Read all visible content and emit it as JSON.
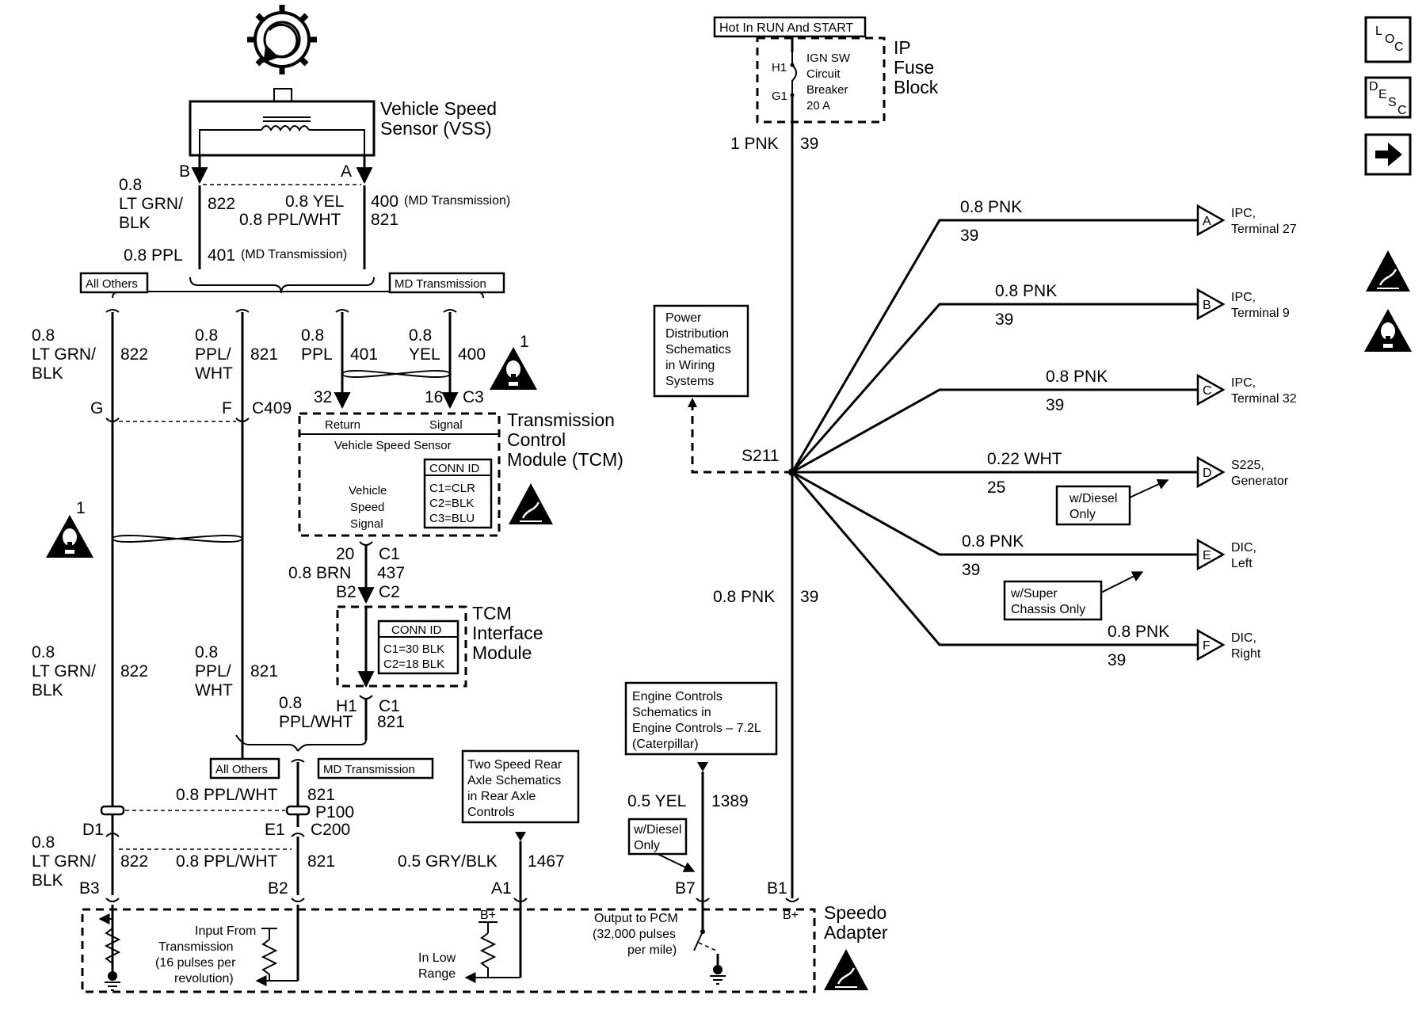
{
  "vss": {
    "title_1": "Vehicle Speed",
    "title_2": "Sensor (VSS)",
    "pin_b": "B",
    "pin_a": "A",
    "left_size": "0.8",
    "left_color_1": "LT GRN/",
    "left_color_2": "BLK",
    "left_circuit": "822",
    "yel_label": "0.8 YEL",
    "yel_circuit": "400",
    "yel_note": "(MD Transmission)",
    "ppl_wht_label": "0.8 PPL/WHT",
    "ppl_wht_circuit": "821",
    "ppl_label": "0.8 PPL",
    "ppl_circuit": "401",
    "ppl_note": "(MD Transmission)"
  },
  "options": {
    "all_others": "All Others",
    "md_transmission": "MD Transmission"
  },
  "upper_wires": {
    "w822_size": "0.8",
    "w822_color_1": "LT GRN/",
    "w822_color_2": "BLK",
    "w822_circuit": "822",
    "w821_size": "0.8",
    "w821_color_1": "PPL/",
    "w821_color_2": "WHT",
    "w821_circuit": "821",
    "w401_size": "0.8",
    "w401_color": "PPL",
    "w401_circuit": "401",
    "w400_size": "0.8",
    "w400_color": "YEL",
    "w400_circuit": "400",
    "pin_g": "G",
    "pin_f": "F",
    "conn_c409": "C409",
    "pin_32": "32",
    "pin_16": "16",
    "conn_c3": "C3",
    "note_num": "1"
  },
  "tcm": {
    "title_1": "Transmission",
    "title_2": "Control",
    "title_3": "Module (TCM)",
    "return_label": "Return",
    "signal_label": "Signal",
    "vss_label": "Vehicle Speed Sensor",
    "vss_signal_1": "Vehicle",
    "vss_signal_2": "Speed",
    "vss_signal_3": "Signal",
    "conn_id": "CONN ID",
    "c1": "C1=CLR",
    "c2": "C2=BLK",
    "c3": "C3=BLU"
  },
  "brn_wire": {
    "pin_20": "20",
    "conn_c1": "C1",
    "label": "0.8 BRN",
    "circuit": "437",
    "pin_b2": "B2",
    "conn_c2": "C2"
  },
  "tim": {
    "title_1": "TCM",
    "title_2": "Interface",
    "title_3": "Module",
    "conn_id": "CONN ID",
    "c1": "C1=30 BLK",
    "c2": "C2=18 BLK",
    "pin_h1": "H1",
    "conn_c1": "C1",
    "out_size": "0.8",
    "out_color": "PPL/WHT",
    "out_circuit": "821"
  },
  "lower_wires": {
    "w822_size": "0.8",
    "w822_color_1": "LT GRN/",
    "w822_color_2": "BLK",
    "w822_circuit": "822",
    "w821_size": "0.8",
    "w821_color_1": "PPL/",
    "w821_color_2": "WHT",
    "w821_circuit": "821",
    "ppl_wht_label": "0.8 PPL/WHT",
    "ppl_wht_circuit": "821",
    "conn_p100": "P100",
    "pin_d1": "D1",
    "pin_e1": "E1",
    "conn_c200": "C200",
    "bot_822_size": "0.8",
    "bot_822_color_1": "LT GRN/",
    "bot_822_color_2": "BLK",
    "bot_822_circuit": "822",
    "bot_821_label": "0.8 PPL/WHT",
    "bot_821_circuit": "821",
    "pin_b3": "B3",
    "pin_b2": "B2",
    "note_num": "1"
  },
  "rear_axle": {
    "box_1": "Two Speed Rear",
    "box_2": "Axle Schematics",
    "box_3": "in Rear Axle",
    "box_4": "Controls",
    "wire_label": "0.5 GRY/BLK",
    "wire_circuit": "1467",
    "pin_a1": "A1"
  },
  "engine": {
    "box_1": "Engine Controls",
    "box_2": "Schematics in",
    "box_3": "Engine Controls – 7.2L",
    "box_4": "(Caterpillar)",
    "wire_label": "0.5 YEL",
    "wire_circuit": "1389",
    "diesel_1": "w/Diesel",
    "diesel_2": "Only",
    "pin_b7": "B7"
  },
  "speedo": {
    "title_1": "Speedo",
    "title_2": "Adapter",
    "input_1": "Input From",
    "input_2": "Transmission",
    "input_3": "(16 pulses per",
    "input_4": "revolution)",
    "low_1": "In Low",
    "low_2": "Range",
    "bplus": "B+",
    "bplus_2": "B+",
    "out_1": "Output to PCM",
    "out_2": "(32,000 pulses",
    "out_3": "per mile)",
    "pin_b1": "B1"
  },
  "fuse": {
    "hot_label": "Hot In RUN And START",
    "ip_1": "IP",
    "ip_2": "Fuse",
    "ip_3": "Block",
    "h1": "H1",
    "g1": "G1",
    "cb_1": "IGN SW",
    "cb_2": "Circuit",
    "cb_3": "Breaker",
    "cb_4": "20 A",
    "out_label": "1 PNK",
    "out_circuit": "39"
  },
  "power_dist": {
    "box_1": "Power",
    "box_2": "Distribution",
    "box_3": "Schematics",
    "box_4": "in Wiring",
    "box_5": "Systems"
  },
  "splice": {
    "name": "S211",
    "down_label": "0.8 PNK",
    "down_circuit": "39"
  },
  "branches": [
    {
      "label": "0.8 PNK",
      "circuit": "39",
      "letter": "A",
      "dest_1": "IPC,",
      "dest_2": "Terminal 27"
    },
    {
      "label": "0.8 PNK",
      "circuit": "39",
      "letter": "B",
      "dest_1": "IPC,",
      "dest_2": "Terminal 9"
    },
    {
      "label": "0.8 PNK",
      "circuit": "39",
      "letter": "C",
      "dest_1": "IPC,",
      "dest_2": "Terminal 32"
    },
    {
      "label": "0.22 WHT",
      "circuit": "25",
      "letter": "D",
      "dest_1": "S225,",
      "dest_2": "Generator"
    },
    {
      "label": "0.8 PNK",
      "circuit": "39",
      "letter": "E",
      "dest_1": "DIC,",
      "dest_2": "Left"
    },
    {
      "label": "0.8 PNK",
      "circuit": "39",
      "letter": "F",
      "dest_1": "DIC,",
      "dest_2": "Right"
    }
  ],
  "notes": {
    "diesel_1": "w/Diesel",
    "diesel_2": "Only",
    "super_1": "w/Super",
    "super_2": "Chassis Only"
  },
  "nav": {
    "loc_l": "L",
    "loc_o": "O",
    "loc_c": "C",
    "desc_d": "D",
    "desc_e": "E",
    "desc_s": "S",
    "desc_c": "C"
  }
}
